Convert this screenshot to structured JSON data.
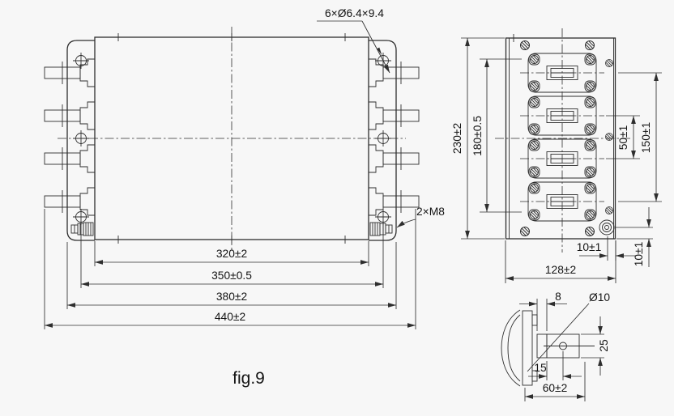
{
  "figure": {
    "caption": "fig.9",
    "background_color": "#f7f7f7",
    "line_color": "#2e2e2e"
  },
  "front_view": {
    "callout_mount_holes": "6×Ø6.4×9.4",
    "callout_ground_studs": "2×M8",
    "dim_body_width": "320±2",
    "dim_mount_hole_span": "350±0.5",
    "dim_flange_width": "380±2",
    "dim_overall_width": "440±2"
  },
  "side_view": {
    "dim_overall_height": "230±2",
    "dim_mount_hole_height": "180±0.5",
    "dim_terminal_pitch": "50±1",
    "dim_terminal_span": "150±1",
    "dim_stud_inset_horizontal": "10±1",
    "dim_stud_inset_vertical": "10±1",
    "dim_overall_width": "128±2"
  },
  "detail_view": {
    "dim_plate_thickness": "8",
    "dim_hole_diameter": "Ø10",
    "dim_terminal_height": "25",
    "dim_hole_offset": "15",
    "dim_overall_depth": "60±2"
  }
}
